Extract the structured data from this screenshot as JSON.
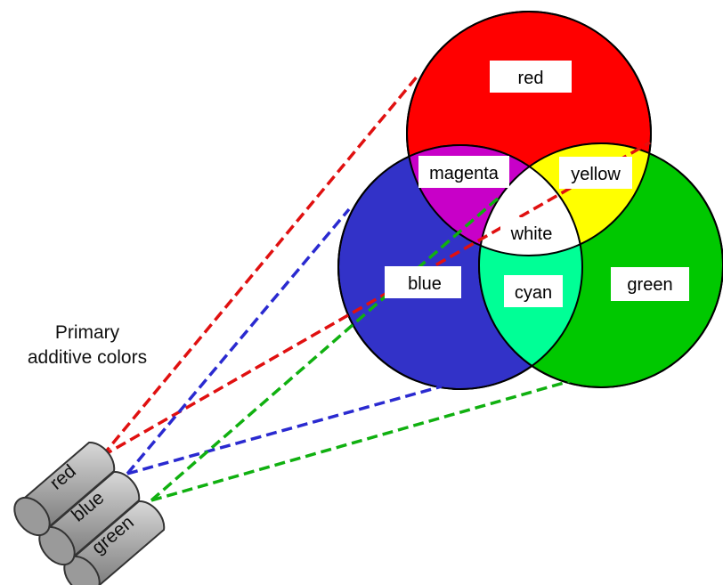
{
  "caption": {
    "line1": "Primary",
    "line2": "additive colors"
  },
  "circles": {
    "red": {
      "label": "red",
      "color": "#ff0000"
    },
    "blue": {
      "label": "blue",
      "color": "#3232c8"
    },
    "green": {
      "label": "green",
      "color": "#00c800"
    }
  },
  "overlaps": {
    "magenta": {
      "label": "magenta",
      "color": "#c800c8"
    },
    "yellow": {
      "label": "yellow",
      "color": "#ffff00"
    },
    "cyan": {
      "label": "cyan",
      "color": "#00ff96"
    },
    "white": {
      "label": "white",
      "color": "#ffffff"
    }
  },
  "projectors": [
    {
      "label": "red",
      "beam_color": "#e01010"
    },
    {
      "label": "blue",
      "beam_color": "#2a2ad0"
    },
    {
      "label": "green",
      "beam_color": "#10b010"
    }
  ]
}
